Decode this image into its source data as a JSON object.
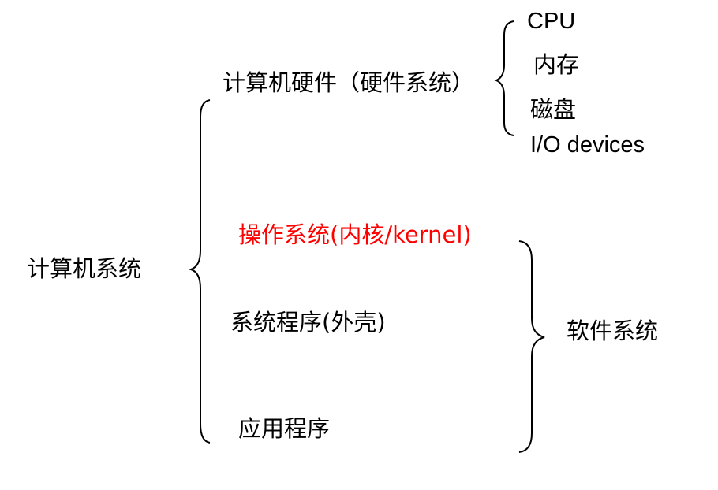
{
  "colors": {
    "text": "#000000",
    "highlight": "#ff0000"
  },
  "root": {
    "label": "计算机系统"
  },
  "hardware": {
    "label": "计算机硬件（硬件系统）",
    "items": [
      "CPU",
      "内存",
      "磁盘",
      "I/O devices"
    ]
  },
  "software_items": {
    "os": "操作系统(内核/kernel)",
    "system_programs": "系统程序(外壳)",
    "applications": "应用程序"
  },
  "software": {
    "label": "软件系统"
  }
}
